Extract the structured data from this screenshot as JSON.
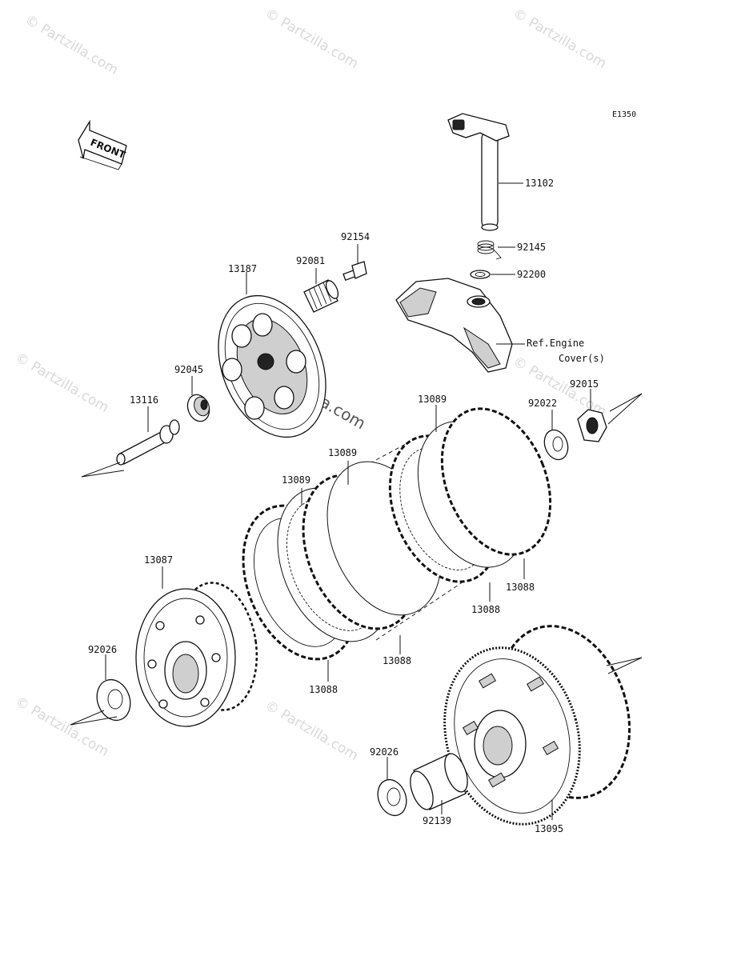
{
  "diagram_code": "E1350",
  "front_label": "FRONT",
  "watermark": "© Partzilla.com",
  "reference_note": {
    "line1": "Ref.Engine",
    "line2": "Cover(s)"
  },
  "part_numbers": {
    "p13102": "13102",
    "p92145": "92145",
    "p92200": "92200",
    "p92154": "92154",
    "p92081": "92081",
    "p13187": "13187",
    "p92045": "92045",
    "p13116": "13116",
    "p92022": "92022",
    "p92015": "92015",
    "p13089_a": "13089",
    "p13089_b": "13089",
    "p13089_c": "13089",
    "p13088_a": "13088",
    "p13088_b": "13088",
    "p13088_c": "13088",
    "p13088_d": "13088",
    "p13087": "13087",
    "p92026_a": "92026",
    "p92026_b": "92026",
    "p92139": "92139",
    "p13095": "13095"
  }
}
